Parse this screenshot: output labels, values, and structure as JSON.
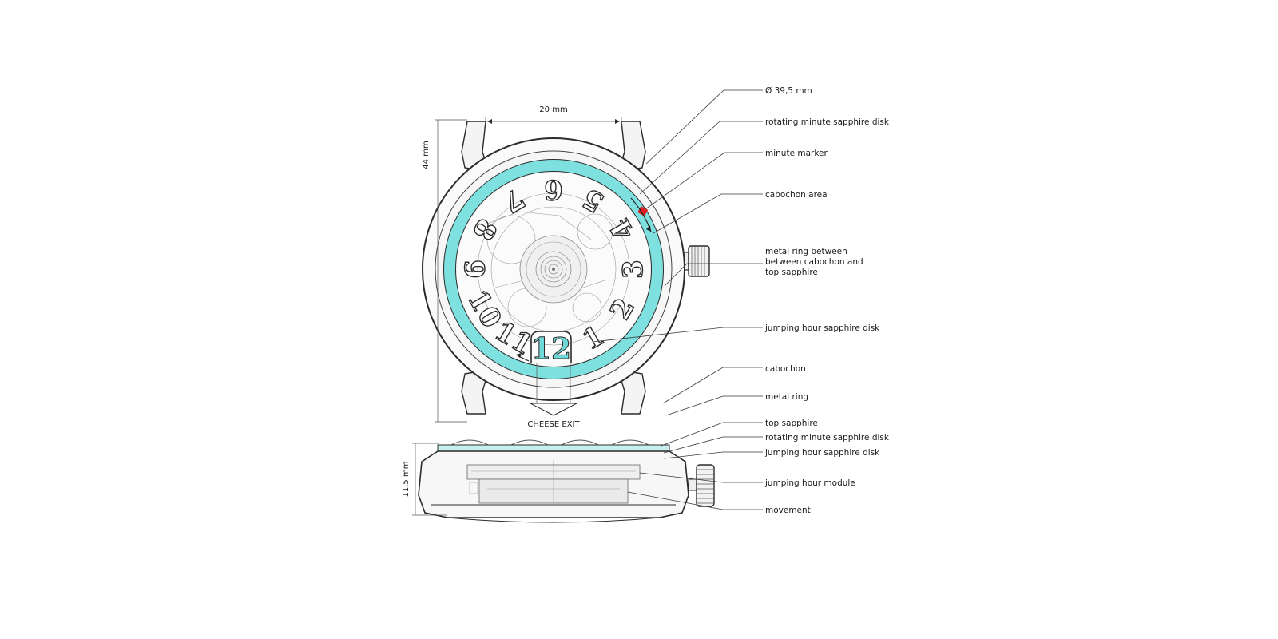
{
  "dimensions": {
    "width": "20 mm",
    "height": "44 mm",
    "thickness": "11,5 mm"
  },
  "exit_label": "CHEESE EXIT",
  "dial_numerals": [
    "1",
    "2",
    "3",
    "4",
    "5",
    "6",
    "7",
    "8",
    "9",
    "10",
    "11",
    "12"
  ],
  "top_view_callouts": [
    "Ø 39,5 mm",
    "rotating minute sapphire disk",
    "minute marker",
    "cabochon area",
    [
      "metal ring between",
      "between cabochon and",
      "top sapphire"
    ],
    "jumping hour sapphire disk",
    "cabochon",
    "metal ring"
  ],
  "side_view_callouts": [
    "top sapphire",
    "rotating minute sapphire disk",
    "jumping hour sapphire disk",
    "jumping hour module",
    "movement"
  ],
  "colors": {
    "sapphire_ring": "#7fe0e0",
    "hour_numeral": "#6fd8d8",
    "minute_marker": "#e02020",
    "line": "#2b2b2b"
  }
}
